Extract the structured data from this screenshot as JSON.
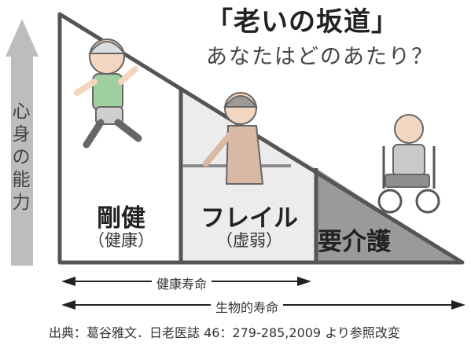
{
  "title": "「老いの坂道」",
  "subtitle": "あなたはどのあたり？",
  "y_axis_label": [
    "心",
    "身",
    "の",
    "能",
    "力"
  ],
  "stages": [
    {
      "name": "剛健",
      "sub": "（健康）"
    },
    {
      "name": "フレイル",
      "sub": "（虚弱）"
    },
    {
      "name": "要介護",
      "sub": ""
    }
  ],
  "spans": {
    "healthy_life": "健康寿命",
    "biological_life": "生物的寿命"
  },
  "source": "出典：葛谷雅文．日老医誌 46：279-285,2009 より参照改変",
  "colors": {
    "stage1_fill": "#ffffff",
    "stage2_fill": "#ececec",
    "stage3_fill": "#9a9a9a",
    "outline": "#555555",
    "arrow_fill": "#bdbdbd"
  }
}
